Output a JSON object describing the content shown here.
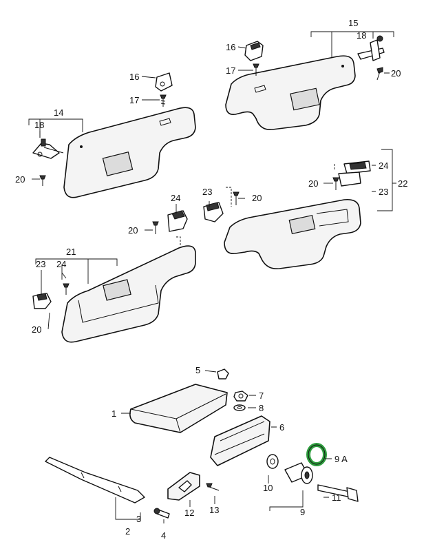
{
  "callouts": {
    "c1": "1",
    "c2": "2",
    "c3": "3",
    "c4": "4",
    "c5": "5",
    "c6": "6",
    "c7": "7",
    "c8": "8",
    "c9": "9",
    "c9a": "9 A",
    "c10": "10",
    "c11": "11",
    "c12": "12",
    "c13": "13",
    "c14": "14",
    "c15": "15",
    "c16a": "16",
    "c16b": "16",
    "c17a": "17",
    "c17b": "17",
    "c18a": "18",
    "c18b": "18",
    "c20a": "20",
    "c20b": "20",
    "c20c": "20",
    "c20d": "20",
    "c20e": "20",
    "c20f": "20",
    "c21": "21",
    "c22": "22",
    "c23a": "23",
    "c23b": "23",
    "c23c": "23",
    "c24a": "24",
    "c24b": "24",
    "c24c": "24"
  },
  "colors": {
    "line": "#111111",
    "highlight": "#2e9e3e",
    "background": "#ffffff"
  }
}
